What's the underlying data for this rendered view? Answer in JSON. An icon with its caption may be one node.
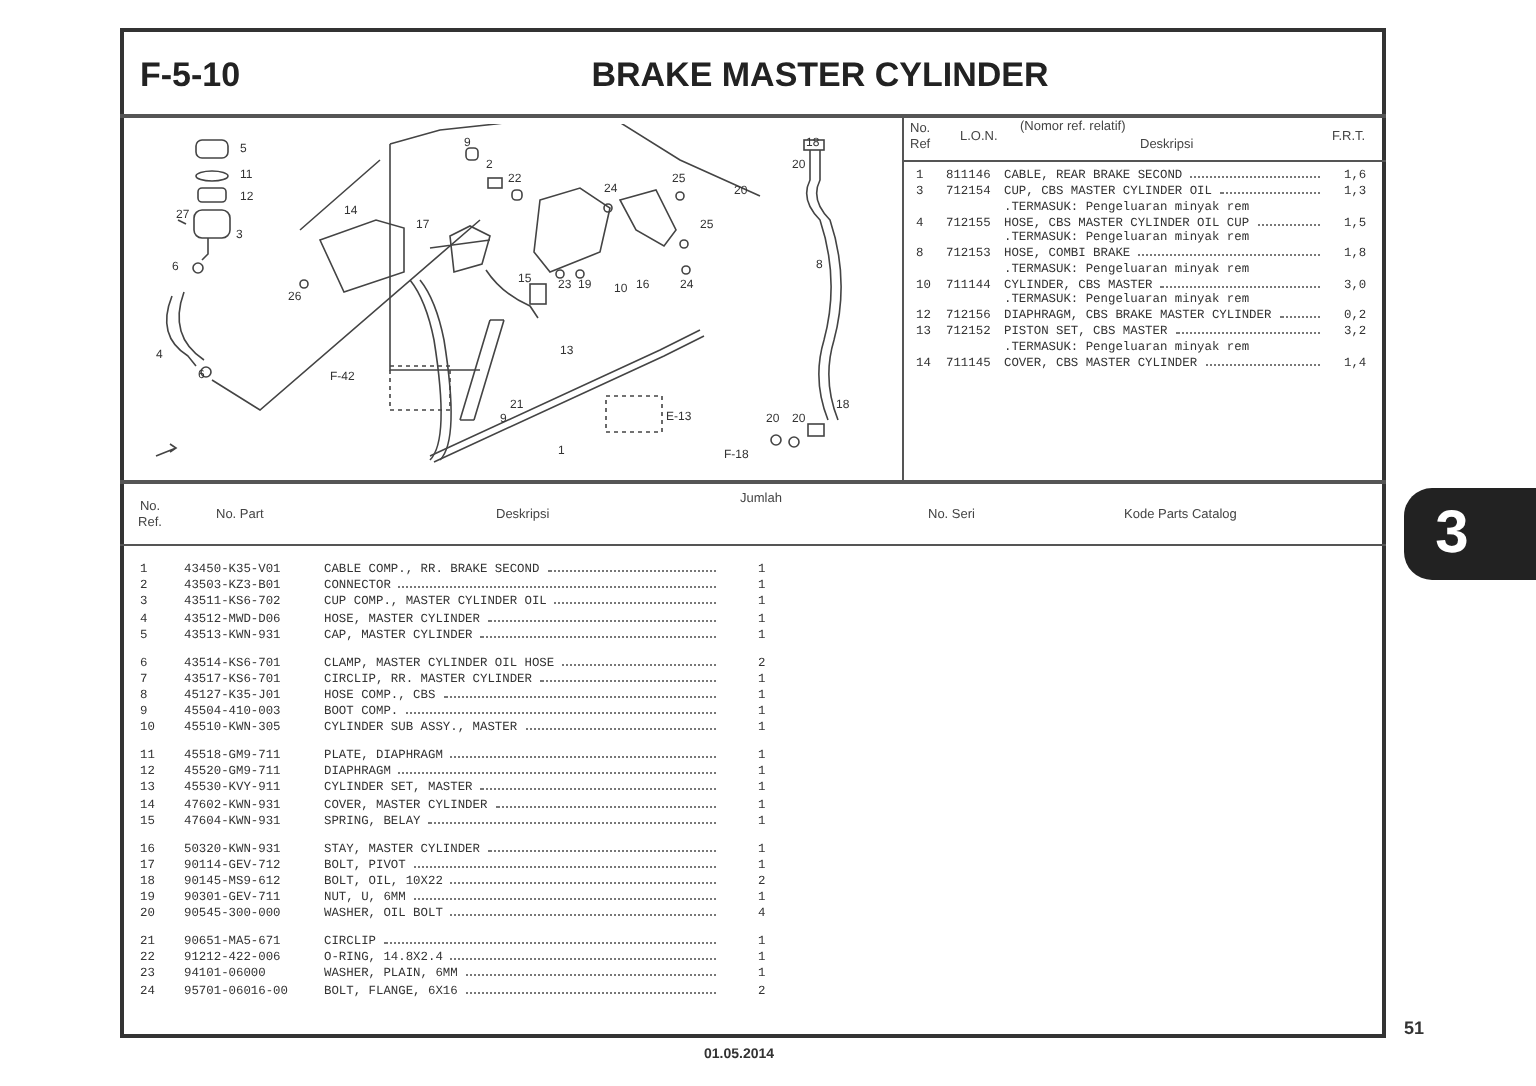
{
  "diagram": {
    "title": "BRAKE MASTER CYLINDER",
    "nodes": [
      {
        "text": [
          "3"
        ]
      }
    ],
    "edges": [],
    "labels": [
      "F-5-10",
      "5",
      "11",
      "12",
      "27",
      "3",
      "6",
      "4",
      "6",
      "14",
      "26",
      "9",
      "2",
      "22",
      "17",
      "15",
      "23",
      "19",
      "10",
      "24",
      "25",
      "25",
      "16",
      "24",
      "13",
      "21",
      "9",
      "F-42",
      "E-13",
      "1",
      "18",
      "20",
      "20",
      "8",
      "18",
      "20",
      "20",
      "F-18",
      "No. Ref",
      "L.O.N.",
      "(Nomor ref. relatif)",
      "Deskripsi",
      "F.R.T.",
      "1",
      "811146",
      "CABLE, REAR BRAKE SECOND",
      "1,6",
      "3",
      "712154",
      "CUP, CBS MASTER CYLINDER OIL",
      "1,3",
      ".TERMASUK: Pengeluaran minyak rem",
      "4",
      "712155",
      "HOSE, CBS MASTER CYLINDER OIL CUP",
      "1,5",
      ".TERMASUK: Pengeluaran minyak rem",
      "8",
      "712153",
      "HOSE, COMBI BRAKE",
      "1,8",
      ".TERMASUK: Pengeluaran minyak rem",
      "10",
      "711144",
      "CYLINDER, CBS MASTER",
      "3,0",
      ".TERMASUK: Pengeluaran minyak rem",
      "12",
      "712156",
      "DIAPHRAGM, CBS BRAKE MASTER CYLINDER",
      "0,2",
      "13",
      "712152",
      "PISTON SET, CBS MASTER",
      "3,2",
      ".TERMASUK: Pengeluaran minyak rem",
      "14",
      "711145",
      "COVER, CBS MASTER CYLINDER",
      "1,4",
      "No. Ref.",
      "No. Part",
      "Deskripsi",
      "Jumlah",
      "No. Seri",
      "Kode Parts Catalog",
      "1",
      "43450-K35-V01",
      "CABLE COMP., RR. BRAKE SECOND",
      "1",
      "2",
      "43503-KZ3-B01",
      "CONNECTOR",
      "1",
      "3",
      "43511-KS6-702",
      "CUP COMP., MASTER CYLINDER OIL",
      "1",
      "4",
      "43512-MWD-D06",
      "HOSE, MASTER CYLINDER",
      "1",
      "5",
      "43513-KWN-931",
      "CAP, MASTER CYLINDER",
      "1",
      "6",
      "43514-KS6-701",
      "CLAMP, MASTER CYLINDER OIL HOSE",
      "2",
      "7",
      "43517-KS6-701",
      "CIRCLIP, RR. MASTER CYLINDER",
      "1",
      "8",
      "45127-K35-J01",
      "HOSE COMP., CBS",
      "1",
      "9",
      "45504-410-003",
      "BOOT COMP.",
      "1",
      "10",
      "45510-KWN-305",
      "CYLINDER SUB ASSY., MASTER",
      "1",
      "11",
      "45518-GM9-711",
      "PLATE, DIAPHRAGM",
      "1",
      "12",
      "45520-GM9-711",
      "DIAPHRAGM",
      "1",
      "13",
      "45530-KVY-911",
      "CYLINDER SET, MASTER",
      "1",
      "14",
      "47602-KWN-931",
      "COVER, MASTER CYLINDER",
      "1",
      "15",
      "47604-KWN-931",
      "SPRING, BELAY",
      "1",
      "16",
      "50320-KWN-931",
      "STAY, MASTER CYLINDER",
      "1",
      "17",
      "90114-GEV-712",
      "BOLT, PIVOT",
      "1",
      "18",
      "90145-MS9-612",
      "BOLT, OIL, 10X22",
      "2",
      "19",
      "90301-GEV-711",
      "NUT, U, 6MM",
      "1",
      "20",
      "90545-300-000",
      "WASHER, OIL BOLT",
      "4",
      "21",
      "90651-MA5-671",
      "CIRCLIP",
      "1",
      "22",
      "91212-422-006",
      "O-RING, 14.8X2.4",
      "1",
      "23",
      "94101-06000",
      "WASHER, PLAIN, 6MM",
      "1",
      "24",
      "95701-06016-00",
      "BOLT, FLANGE, 6X16",
      "2",
      "01.05.2014",
      "51"
    ]
  }
}
